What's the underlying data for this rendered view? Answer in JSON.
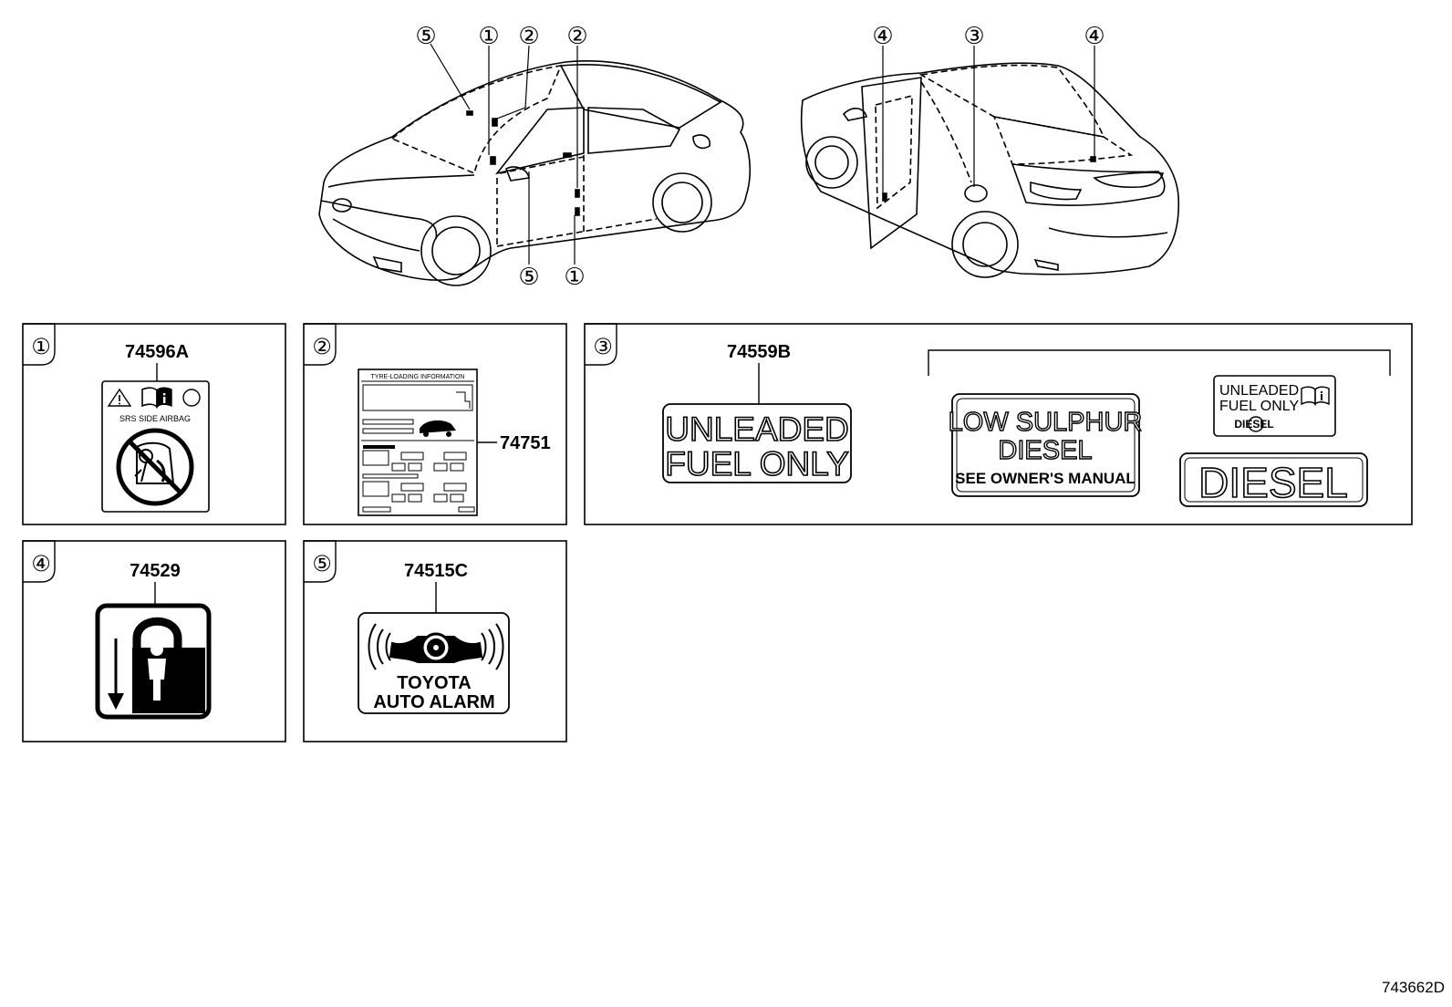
{
  "callouts": {
    "one": "①",
    "two": "②",
    "three": "③",
    "four": "④",
    "five": "⑤"
  },
  "panels": {
    "p1": {
      "number": "①",
      "part": "74596A",
      "label_text": "SRS  SIDE  AIRBAG"
    },
    "p2": {
      "number": "②",
      "part": "74751",
      "label_title": "TYRE-LOADING INFORMATION"
    },
    "p3": {
      "number": "③",
      "part": "74559B",
      "unleaded": {
        "line1": "UNLEADED",
        "line2": "FUEL ONLY"
      },
      "low_sulphur": {
        "line1": "LOW  SULPHUR",
        "line2": "DIESEL",
        "line3": "SEE OWNER'S MANUAL"
      },
      "small_unleaded": {
        "line1": "UNLEADED",
        "line2": "FUEL ONLY",
        "line3": "DIESEL"
      },
      "diesel": "DIESEL"
    },
    "p4": {
      "number": "④",
      "part": "74529"
    },
    "p5": {
      "number": "⑤",
      "part": "74515C",
      "line1": "TOYOTA",
      "line2": "AUTO ALARM"
    }
  },
  "diagram_code": "743662D",
  "icons": [
    "warning-triangle-icon",
    "manual-book-icon",
    "prohibited-icon",
    "child-lock-icon",
    "alarm-icon"
  ]
}
